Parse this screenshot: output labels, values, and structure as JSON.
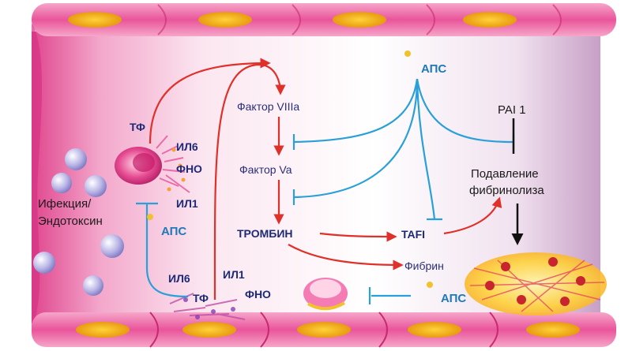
{
  "labels": {
    "tf_top": "ТФ",
    "il6_top": "ИЛ6",
    "fno_top": "ФНО",
    "il1_top": "ИЛ1",
    "infection": "Ифекция/",
    "endotoxin": "Эндотоксин",
    "apc_left": "АПС",
    "il6_bottom": "ИЛ6",
    "il1_bottom": "ИЛ1",
    "tf_bottom": "ТФ",
    "fno_bottom": "ФНО",
    "factor_viiia": "Фактор VIIIa",
    "factor_va": "Фактор Va",
    "thrombin": "ТРОМБИН",
    "tafi": "TAFI",
    "fibrin": "Фибрин",
    "apc_top": "АПС",
    "apc_bottom": "АПС",
    "pai1": "PAI 1",
    "suppression_line1": "Подавление",
    "suppression_line2": "фибринолиза"
  },
  "colors": {
    "activation_arrow": "#e0302a",
    "inhibition_line": "#2aa0d8",
    "vessel_wall": "#e86aa8",
    "cell_nucleus": "#f2c12e",
    "text_dark": "#2a2f7a"
  }
}
